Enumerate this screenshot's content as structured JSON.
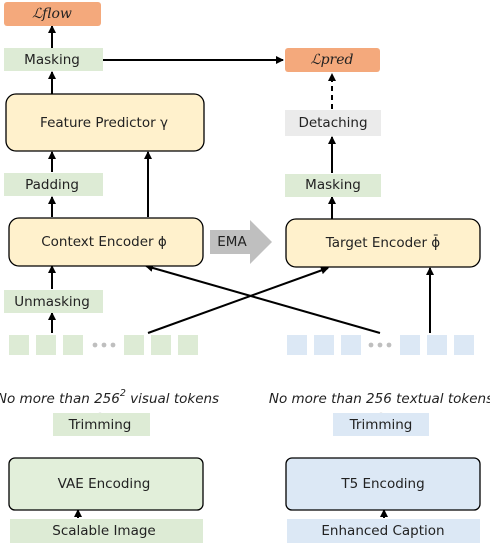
{
  "colors": {
    "loss_fill": "#F4A97C",
    "green_tag": "#DDEBD5",
    "gray_tag": "#EBEBEB",
    "yellow_box": "#FFF1CC",
    "green_box": "#E2EFDA",
    "blue_box": "#DCE8F5",
    "blue_token": "#DCE8F5",
    "ema_arrow": "#BFBFBF",
    "trim_arrow": "#E6E6E6"
  },
  "left": {
    "loss_flow": "ℒflow",
    "masking": "Masking",
    "feature_predictor": "Feature Predictor γ",
    "padding": "Padding",
    "context_encoder": "Context Encoder ϕ",
    "unmasking": "Unmasking",
    "token_caption_prefix": "No more than 256",
    "token_caption_sup": "2",
    "token_caption_suffix": " visual tokens",
    "trimming": "Trimming",
    "vae_encoding": "VAE Encoding",
    "input": "Scalable Image"
  },
  "middle": {
    "ema": "EMA"
  },
  "right": {
    "loss_pred": "ℒpred",
    "detaching": "Detaching",
    "masking": "Masking",
    "target_encoder": "Target Encoder ϕ̄",
    "token_caption": "No more than 256 textual tokens",
    "trimming": "Trimming",
    "t5_encoding": "T5 Encoding",
    "input": "Enhanced Caption"
  },
  "icons": {
    "token_dots": "ellipsis-icon"
  }
}
